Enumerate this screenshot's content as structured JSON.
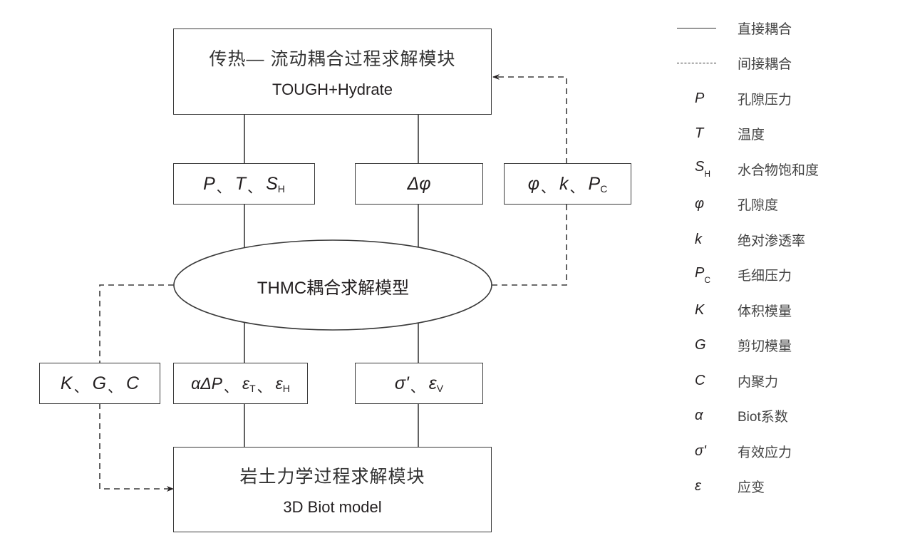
{
  "diagram": {
    "top_module": {
      "title_cn": "传热— 流动耦合过程求解模块",
      "title_en": "TOUGH+Hydrate"
    },
    "bottom_module": {
      "title_cn": "岩土力学过程求解模块",
      "title_en": "3D Biot model"
    },
    "center_model": {
      "label": "THMC耦合求解模型"
    },
    "upper_vars": {
      "left": {
        "parts": [
          "P",
          "T",
          "S"
        ],
        "sub": "H"
      },
      "middle": {
        "text": "Δφ"
      },
      "right": {
        "parts": [
          "φ",
          "k",
          "P"
        ],
        "sub": "C"
      }
    },
    "lower_vars": {
      "left": {
        "parts": [
          "K",
          "G",
          "C"
        ]
      },
      "middle": {
        "a": "αΔP",
        "e1": "ε",
        "e1_sub": "T",
        "e2": "ε",
        "e2_sub": "H"
      },
      "right": {
        "a": "σ'",
        "e": "ε",
        "e_sub": "V"
      }
    },
    "separator": "、",
    "connections": [
      {
        "from": "top_module",
        "to": "center_model",
        "via": "P、T、S_H",
        "type": "direct"
      },
      {
        "from": "top_module",
        "to": "center_model",
        "via": "Δφ",
        "type": "direct"
      },
      {
        "from": "center_model",
        "to": "top_module",
        "via": "φ、k、P_C",
        "type": "indirect"
      },
      {
        "from": "center_model",
        "to": "bottom_module",
        "via": "K、G、C",
        "type": "indirect"
      },
      {
        "from": "center_model",
        "to": "bottom_module",
        "via": "αΔP、ε_T、ε_H",
        "type": "direct"
      },
      {
        "from": "center_model",
        "to": "bottom_module",
        "via": "σ'、ε_V",
        "type": "direct"
      }
    ]
  },
  "legend": {
    "line_types": [
      {
        "style": "solid",
        "label": "直接耦合"
      },
      {
        "style": "dashed",
        "label": "间接耦合"
      }
    ],
    "symbols": [
      {
        "symbol": "P",
        "sub": "",
        "label": "孔隙压力"
      },
      {
        "symbol": "T",
        "sub": "",
        "label": "温度"
      },
      {
        "symbol": "S",
        "sub": "H",
        "label": "水合物饱和度"
      },
      {
        "symbol": "φ",
        "sub": "",
        "label": "孔隙度"
      },
      {
        "symbol": "k",
        "sub": "",
        "label": "绝对渗透率"
      },
      {
        "symbol": "P",
        "sub": "C",
        "label": "毛细压力"
      },
      {
        "symbol": "K",
        "sub": "",
        "label": "体积模量"
      },
      {
        "symbol": "G",
        "sub": "",
        "label": "剪切模量"
      },
      {
        "symbol": "C",
        "sub": "",
        "label": "内聚力"
      },
      {
        "symbol": "α",
        "sub": "",
        "label": "Biot系数"
      },
      {
        "symbol": "σ'",
        "sub": "",
        "label": "有效应力"
      },
      {
        "symbol": "ε",
        "sub": "",
        "label": "应变"
      }
    ]
  }
}
